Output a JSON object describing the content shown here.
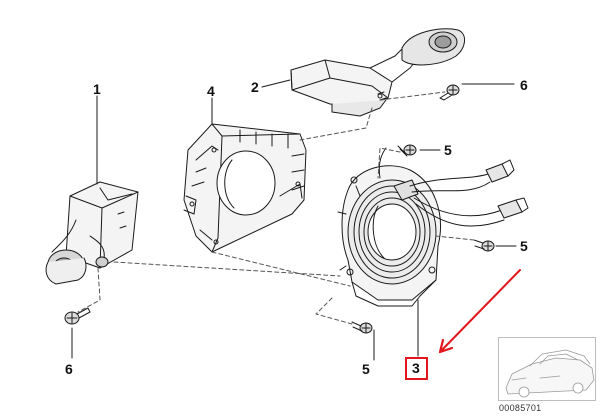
{
  "callouts": {
    "part_1": "1",
    "part_2": "2",
    "part_3": "3",
    "part_4": "4",
    "part_5_top": "5",
    "part_5_mid": "5",
    "part_5_bottom": "5",
    "part_6_top": "6",
    "part_6_bottom": "6"
  },
  "reference_number": "00085701",
  "colors": {
    "line": "#1a1a1a",
    "highlight": "#e3161b",
    "part_fill": "#f4f4f4",
    "shade": "#bdbdbd"
  },
  "icons": {
    "arrow": "red-arrow-icon",
    "car": "car-thumbnail-icon"
  }
}
